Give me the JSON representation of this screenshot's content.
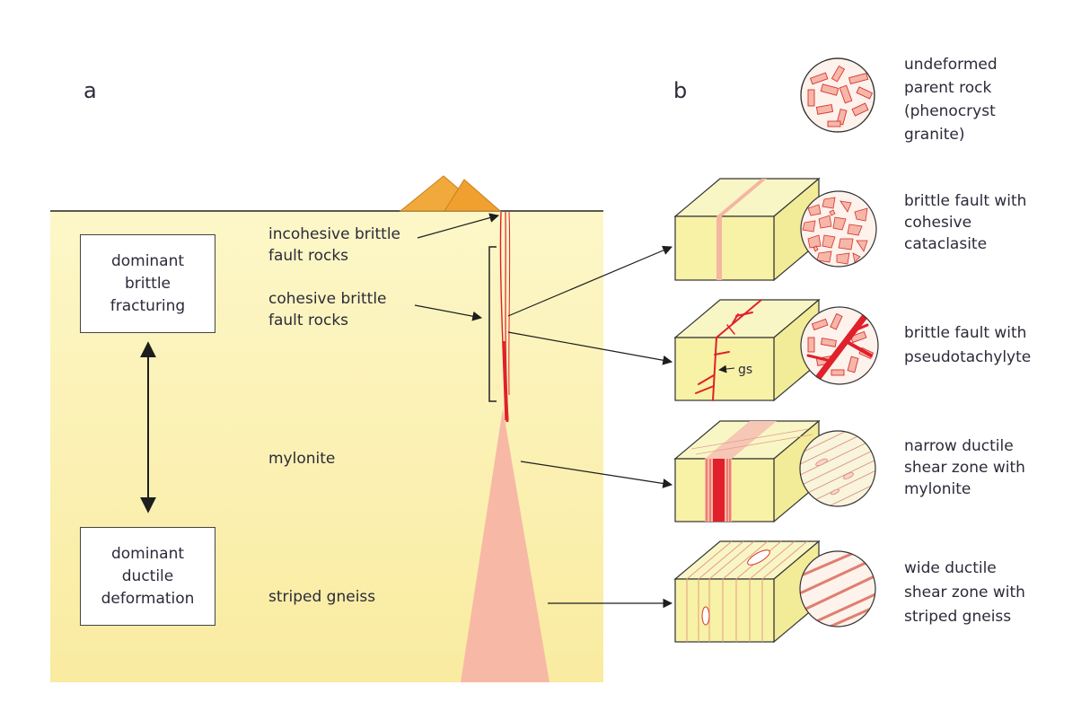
{
  "panels": {
    "a": "a",
    "b": "b"
  },
  "left_boxes": {
    "top": "dominant\nbrittle\nfracturing",
    "bottom": "dominant\nductile\ndeformation"
  },
  "zone_labels": {
    "incohesive": "incohesive brittle\nfault rocks",
    "cohesive": "cohesive brittle\nfault rocks",
    "mylonite": "mylonite",
    "gneiss": "striped gneiss"
  },
  "right_labels": {
    "parent": "undeformed\nparent rock\n(phenocryst\ngranite)",
    "cataclasite": "brittle fault with\ncohesive\ncataclasite",
    "pseudotachylyte": "brittle fault with\npseudotachylyte",
    "mylonite": "narrow ductile\nshear zone with\nmylonite",
    "gneiss": "wide ductile\nshear zone with\nstriped gneiss"
  },
  "block_annotation": "gs",
  "colors": {
    "crust": "#fbf3b4",
    "mountain": "#f2a93b",
    "shear_zone": "#f7b9a6",
    "fault_red": "#e0202a",
    "crystal_fill": "#f6b6a8",
    "crystal_stroke": "#d8322f",
    "block_face": "#f7f2a6",
    "block_top": "#f9f6c6"
  }
}
